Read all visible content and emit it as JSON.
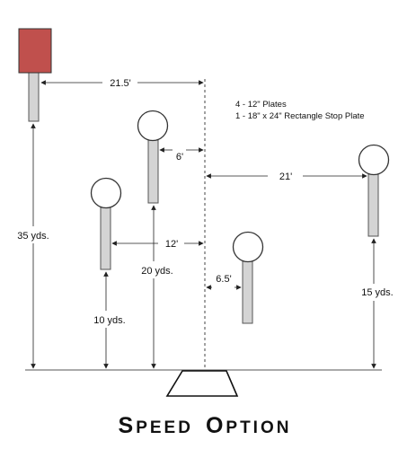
{
  "title_initial_1": "S",
  "title_rest_1": "PEED",
  "title_initial_2": "O",
  "title_rest_2": "PTION",
  "notes": {
    "line1": "4 - 12\" Plates",
    "line2": "1 - 18\" x 24\" Rectangle Stop Plate"
  },
  "dimensions": {
    "stop_plate_lateral": "21.5'",
    "plate_a_lateral": "6'",
    "plate_b_lateral": "12'",
    "plate_c_lateral": "6.5'",
    "plate_d_lateral": "21'",
    "stop_plate_distance": "35 yds.",
    "plate_a_distance": "20 yds.",
    "plate_b_distance": "10 yds.",
    "plate_d_distance": "15 yds."
  },
  "colors": {
    "stop_plate": "#c0504d",
    "stand": "#d4d4d4",
    "line": "#222222"
  }
}
